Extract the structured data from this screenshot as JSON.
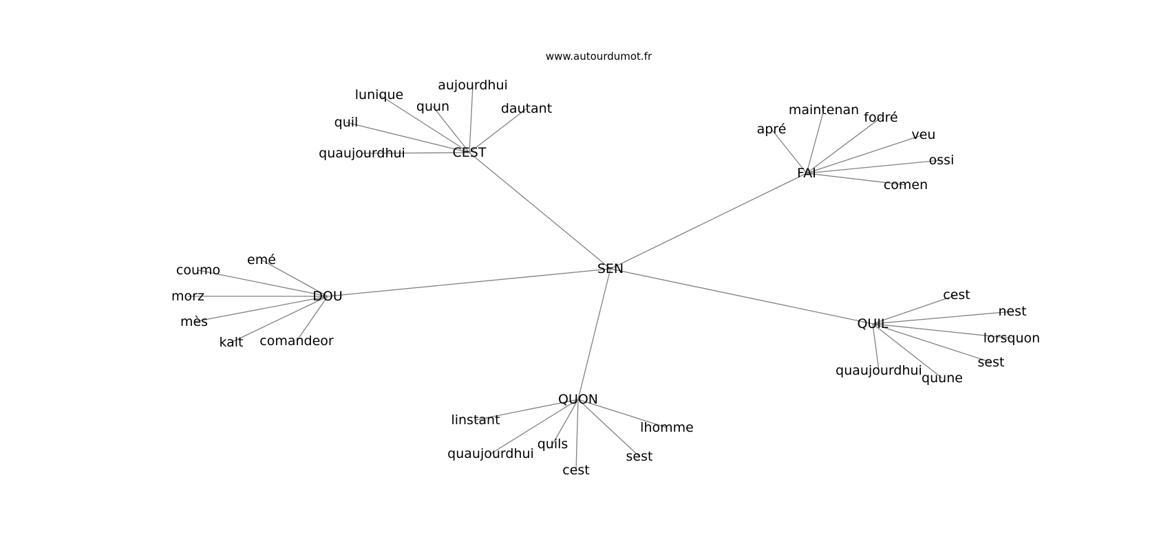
{
  "header": {
    "source": "www.autourdumot.fr"
  },
  "graph": {
    "center": "SEN",
    "groups": [
      {
        "hub": "CEST",
        "words": [
          "aujourdhui",
          "lunique",
          "quun",
          "dautant",
          "quil",
          "quaujourdhui"
        ]
      },
      {
        "hub": "FAI",
        "words": [
          "maintenan",
          "fodré",
          "apré",
          "veu",
          "ossi",
          "comen"
        ]
      },
      {
        "hub": "DOU",
        "words": [
          "emé",
          "coumo",
          "morz",
          "mès",
          "kalt",
          "comandeor"
        ]
      },
      {
        "hub": "QUIL",
        "words": [
          "cest",
          "nest",
          "lorsquon",
          "sest",
          "quaujourdhui",
          "quune"
        ]
      },
      {
        "hub": "QUON",
        "words": [
          "linstant",
          "lhomme",
          "quils",
          "quaujourdhui",
          "sest",
          "cest"
        ]
      }
    ]
  }
}
